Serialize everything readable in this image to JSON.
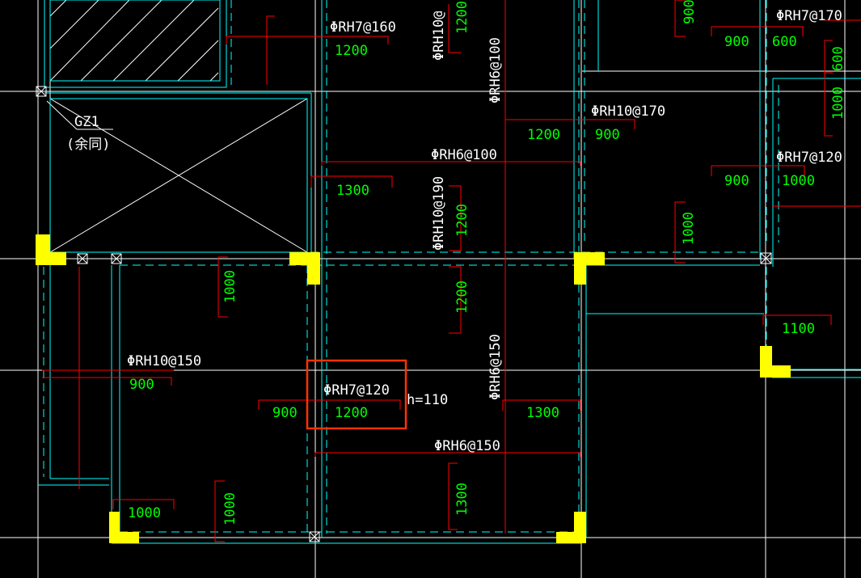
{
  "colors": {
    "background": "#000000",
    "grid": "#ffffff",
    "wall": "#00ffff",
    "rebar": "#ff0000",
    "spec_text": "#ffffff",
    "length_text": "#00ff00",
    "column": "#ffff00",
    "highlight": "#ff3300"
  },
  "drawing": {
    "column_label": "GZ1",
    "column_note": "(余同)",
    "thickness_note": "h=110",
    "rebar_specs": {
      "top_rh7_160": "ΦRH7@160",
      "top_rh10_slash": "ΦRH10@",
      "vertical_rh6_100": "ΦRH6@100",
      "right_rh10_170": "ΦRH10@170",
      "mid_rh6_100": "ΦRH6@100",
      "mid_rh10_190": "ΦRH10@190",
      "corner_rh7_170": "ΦRH7@170",
      "right_rh7_120": "ΦRH7@120",
      "left_rh10_150": "ΦRH10@150",
      "center_rh7_120": "ΦRH7@120",
      "lower_rh6_150": "ΦRH6@150",
      "bottom_rh6_150": "ΦRH6@150"
    },
    "lengths": {
      "top_1200": "1200",
      "top_vertical_1200": "1200",
      "top_right_900_v": "900",
      "top_right_900": "900",
      "top_right_600": "600",
      "top_right_600_v": "600",
      "right_1200": "1200",
      "right_900": "900",
      "right_1000_v": "1000",
      "mid_1300": "1300",
      "mid_1200_v": "1200",
      "right_mid_900": "900",
      "right_mid_1000": "1000",
      "right_1000_vertical": "1000",
      "left_1000_v": "1000",
      "center_1200_v": "1200",
      "right_1100": "1100",
      "left_900": "900",
      "center_900": "900",
      "center_1200": "1200",
      "lower_1300": "1300",
      "bottom_1000": "1000",
      "bottom_1000_v": "1000",
      "bottom_1300_v": "1300"
    }
  }
}
